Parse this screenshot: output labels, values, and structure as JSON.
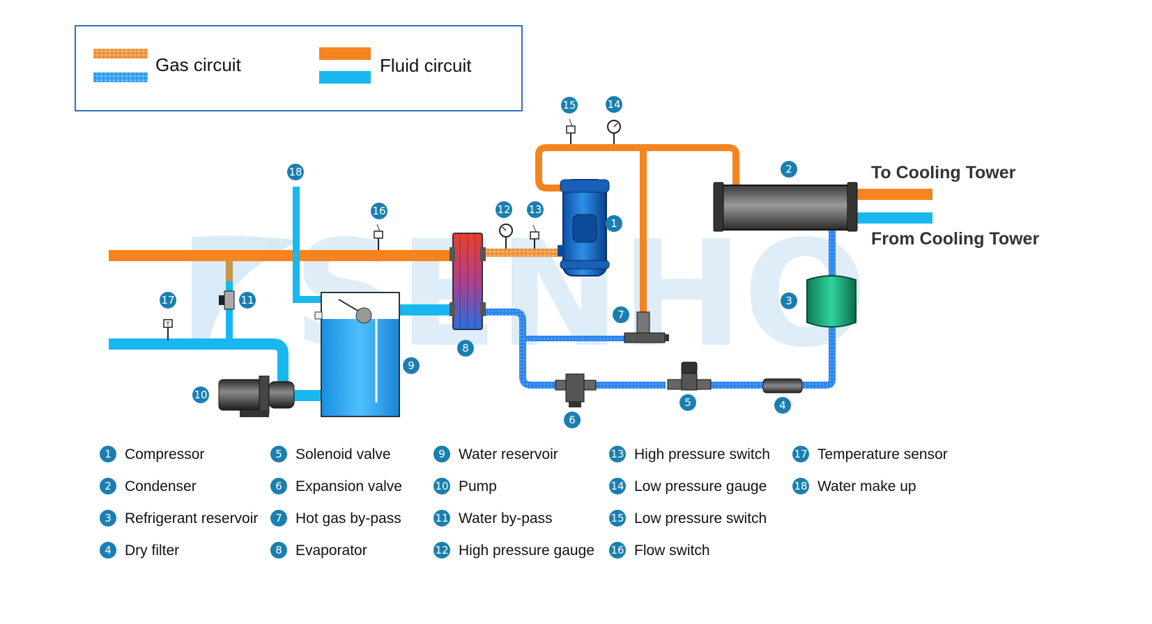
{
  "legend": {
    "gas_circuit": "Gas circuit",
    "fluid_circuit": "Fluid circuit"
  },
  "watermark": "SENHO",
  "tower": {
    "to": "To Cooling Tower",
    "from": "From Cooling Tower"
  },
  "colors": {
    "refrigerant_hot": "#f5841f",
    "refrigerant_cold": "#2b8cf0",
    "water": "#18b8ee",
    "badge": "#1a7fb0",
    "legend_border": "#2f6fc0"
  },
  "badges": [
    {
      "id": "1",
      "n": "1"
    },
    {
      "id": "2",
      "n": "2"
    },
    {
      "id": "3",
      "n": "3"
    },
    {
      "id": "4",
      "n": "4"
    },
    {
      "id": "5",
      "n": "5"
    },
    {
      "id": "6",
      "n": "6"
    },
    {
      "id": "7",
      "n": "7"
    },
    {
      "id": "8",
      "n": "8"
    },
    {
      "id": "9",
      "n": "9"
    },
    {
      "id": "10",
      "n": "10"
    },
    {
      "id": "11",
      "n": "11"
    },
    {
      "id": "12",
      "n": "12"
    },
    {
      "id": "13",
      "n": "13"
    },
    {
      "id": "14",
      "n": "14"
    },
    {
      "id": "15",
      "n": "15"
    },
    {
      "id": "16",
      "n": "16"
    },
    {
      "id": "17",
      "n": "17"
    },
    {
      "id": "18",
      "n": "18"
    }
  ],
  "key": [
    {
      "n": "1",
      "label": "Compressor"
    },
    {
      "n": "2",
      "label": "Condenser"
    },
    {
      "n": "3",
      "label": "Refrigerant reservoir"
    },
    {
      "n": "4",
      "label": "Dry filter"
    },
    {
      "n": "5",
      "label": "Solenoid valve"
    },
    {
      "n": "6",
      "label": "Expansion valve"
    },
    {
      "n": "7",
      "label": "Hot gas by-pass"
    },
    {
      "n": "8",
      "label": "Evaporator"
    },
    {
      "n": "9",
      "label": "Water reservoir"
    },
    {
      "n": "10",
      "label": "Pump"
    },
    {
      "n": "11",
      "label": "Water  by-pass"
    },
    {
      "n": "12",
      "label": "High pressure gauge"
    },
    {
      "n": "13",
      "label": "High pressure switch"
    },
    {
      "n": "14",
      "label": "Low pressure gauge"
    },
    {
      "n": "15",
      "label": "Low pressure switch"
    },
    {
      "n": "16",
      "label": "Flow switch"
    },
    {
      "n": "17",
      "label": "Temperature sensor"
    },
    {
      "n": "18",
      "label": "Water make up"
    }
  ]
}
